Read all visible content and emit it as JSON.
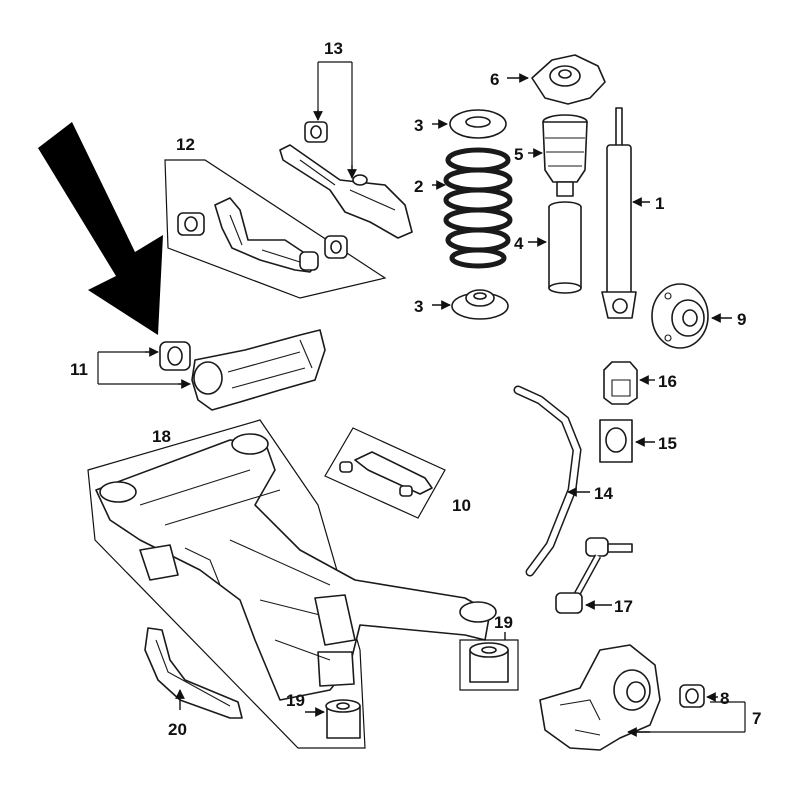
{
  "diagram": {
    "colors": {
      "line": "#1a1a1a",
      "fill": "#ffffff",
      "arrow": "#000000"
    },
    "callouts": {
      "c1": "1",
      "c2": "2",
      "c3a": "3",
      "c3b": "3",
      "c4": "4",
      "c5": "5",
      "c6": "6",
      "c7": "7",
      "c8": "8",
      "c9": "9",
      "c10": "10",
      "c11": "11",
      "c12": "12",
      "c13": "13",
      "c14": "14",
      "c15": "15",
      "c16": "16",
      "c17": "17",
      "c18": "18",
      "c19a": "19",
      "c19b": "19",
      "c20": "20"
    },
    "highlight_arrow_target": "11"
  }
}
